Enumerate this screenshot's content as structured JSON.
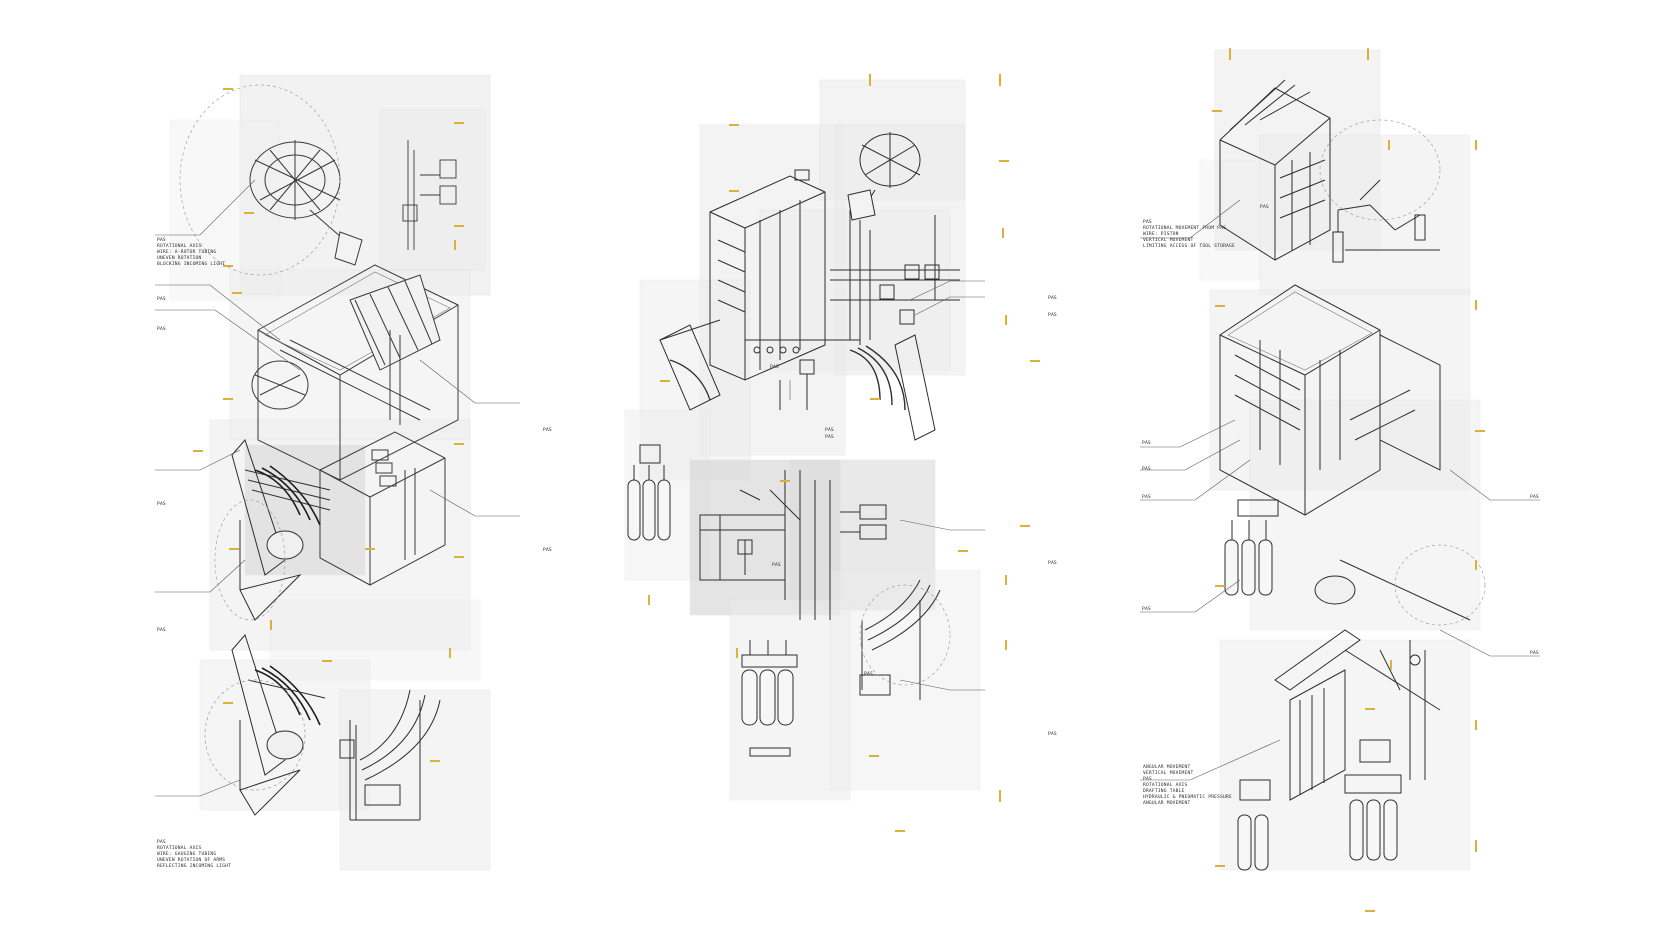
{
  "colors": {
    "background": "#ffffff",
    "panel": "#ececec",
    "line": "#3a3a3a",
    "accent": "#d9b13b"
  },
  "annotations": {
    "left_top": [
      "PAS",
      "ROTATIONAL AXIS",
      "WIRE: A-ROTOR TUBING",
      "UNEVEN ROTATION",
      "BLOCKING INCOMING LIGHT"
    ],
    "left_bottom": [
      "PAS",
      "ROTATIONAL AXIS",
      "WIRE: GAUGING TUBING",
      "UNEVEN ROTATION OF ARMS",
      "REFLECTING INCOMING LIGHT"
    ],
    "right_top": [
      "PAS",
      "ROTATIONAL MOVEMENT FROM PAS",
      "WIRE: PISTON",
      "VERTICAL MOVEMENT",
      "LIMITING ACCESS OF TOOL STORAGE"
    ],
    "right_bottom": [
      "ANGULAR MOVEMENT",
      "VERTICAL MOVEMENT",
      "",
      "PAS",
      "ROTATIONAL AXIS",
      "DRAFTING TABLE",
      "HYDRAULIC & PNEUMATIC PRESSURE",
      "ANGULAR MOVEMENT"
    ]
  },
  "callouts": [
    "PAS",
    "PAS",
    "PAS",
    "PAS",
    "PAS",
    "PAS",
    "PAS",
    "PAS",
    "PAS",
    "PAS",
    "PAS",
    "PAS",
    "PAS",
    "PAS",
    "PAS",
    "PAS",
    "PAS",
    "PAS",
    "PAS",
    "PAS",
    "PAS",
    "PAS"
  ],
  "icons": [
    "axonometric-machine-drawing",
    "gas-cylinder",
    "rotor-wheel",
    "yellow-marker"
  ]
}
